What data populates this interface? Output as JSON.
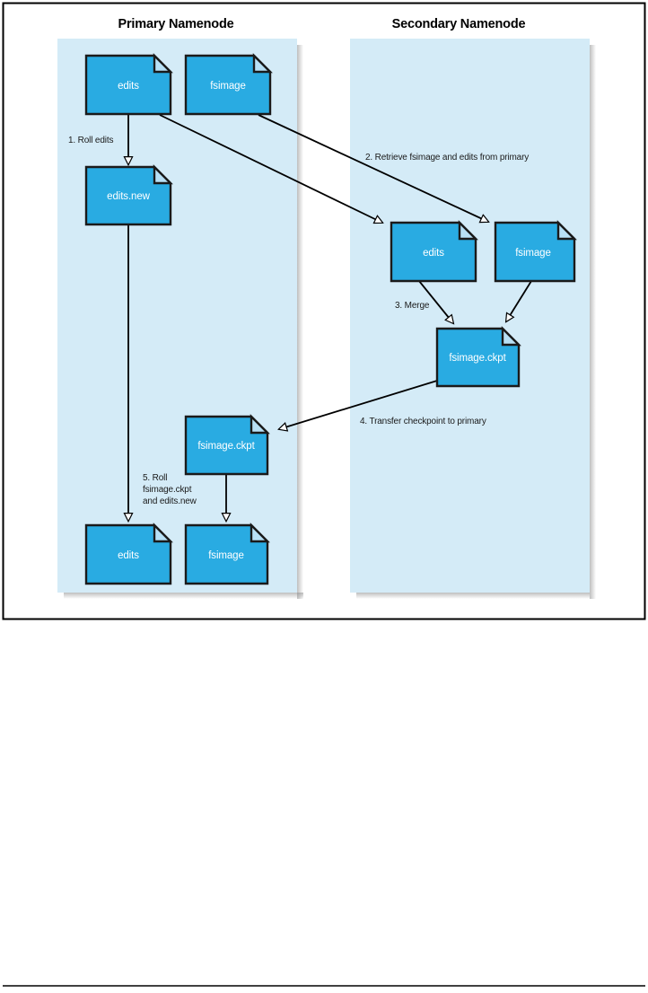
{
  "figure": {
    "type": "diagram",
    "subject": "HDFS secondary namenode checkpointing process",
    "background_color": "#ffffff",
    "frame_color": "#000000",
    "panel_fill": "#d4ebf7",
    "doc_fill": "#29abe2",
    "doc_fold_fill": "#b8e0f5",
    "doc_stroke": "#1a1a1a",
    "arrow_color": "#000000"
  },
  "panels": [
    {
      "id": "primary",
      "title": "Primary Namenode"
    },
    {
      "id": "secondary",
      "title": "Secondary Namenode"
    }
  ],
  "nodes": [
    {
      "id": "p-edits-top",
      "label": "edits",
      "panel": "primary"
    },
    {
      "id": "p-fsimage-top",
      "label": "fsimage",
      "panel": "primary"
    },
    {
      "id": "p-edits-new",
      "label": "edits.new",
      "panel": "primary"
    },
    {
      "id": "p-ckpt",
      "label": "fsimage.ckpt",
      "panel": "primary"
    },
    {
      "id": "p-edits-bottom",
      "label": "edits",
      "panel": "primary"
    },
    {
      "id": "p-fsimage-bottom",
      "label": "fsimage",
      "panel": "primary"
    },
    {
      "id": "s-edits",
      "label": "edits",
      "panel": "secondary"
    },
    {
      "id": "s-fsimage",
      "label": "fsimage",
      "panel": "secondary"
    },
    {
      "id": "s-ckpt",
      "label": "fsimage.ckpt",
      "panel": "secondary"
    }
  ],
  "steps": [
    {
      "number": "1",
      "label": "1. Roll edits"
    },
    {
      "number": "2",
      "label": "2. Retrieve fsimage and edits from primary"
    },
    {
      "number": "3",
      "label": "3. Merge"
    },
    {
      "number": "4",
      "label": "4. Transfer checkpoint to primary"
    },
    {
      "number": "5",
      "label_line_1": "5. Roll",
      "label_line_2": "fsimage.ckpt",
      "label_line_3": "and edits.new"
    }
  ]
}
